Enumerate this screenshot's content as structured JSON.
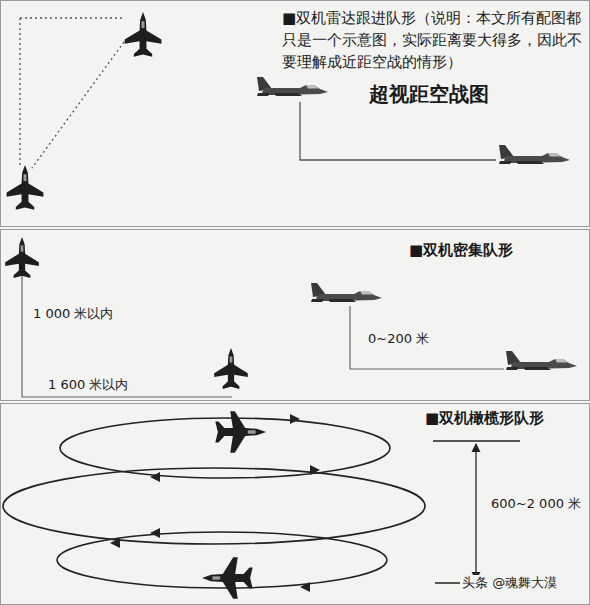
{
  "diagram": {
    "nodes": [
      {
        "text": [
          "■双机雷达跟进队形（说明：本文所有配图都只是一个示意图，实际距离要大得多，因此不要理解成近距空战的情形）",
          "超视距空战图"
        ]
      },
      {
        "text": [
          "■双机密集队形"
        ]
      },
      {
        "text": [
          "■双机橄榄形队形"
        ]
      }
    ],
    "labels": [
      "1 000 米以内",
      "1 600 米以内",
      "0~200 米",
      "600~2 000 米",
      "头条 @魂舞大漠"
    ]
  }
}
